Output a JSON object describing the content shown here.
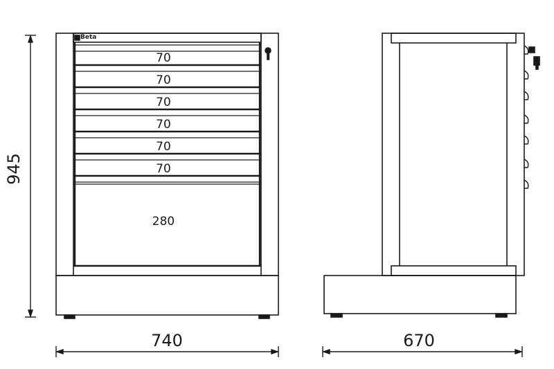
{
  "diagram": {
    "front_view": {
      "brand_label": "Beta",
      "drawers": [
        {
          "label": "70"
        },
        {
          "label": "70"
        },
        {
          "label": "70"
        },
        {
          "label": "70"
        },
        {
          "label": "70"
        },
        {
          "label": "70"
        },
        {
          "label": "280"
        }
      ],
      "width_dimension": "740",
      "height_dimension": "945"
    },
    "side_view": {
      "depth_dimension": "670"
    },
    "line_color": "#1a1a1a"
  }
}
